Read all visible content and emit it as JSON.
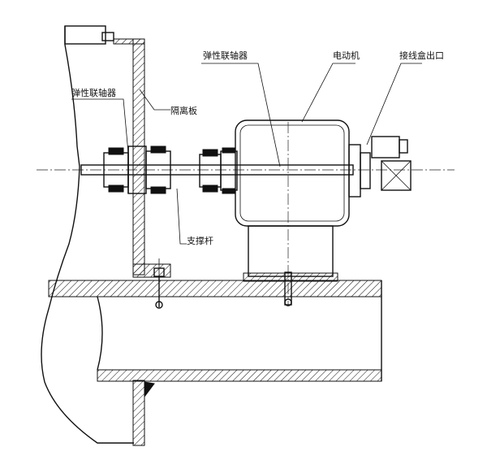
{
  "labels": {
    "coupling_top": "弹性联轴器",
    "motor": "电动机",
    "junction_box": "接线盒出口",
    "seal_coupling": "弹性联轴器",
    "wall": "隔离板",
    "support": "支撑杆"
  }
}
